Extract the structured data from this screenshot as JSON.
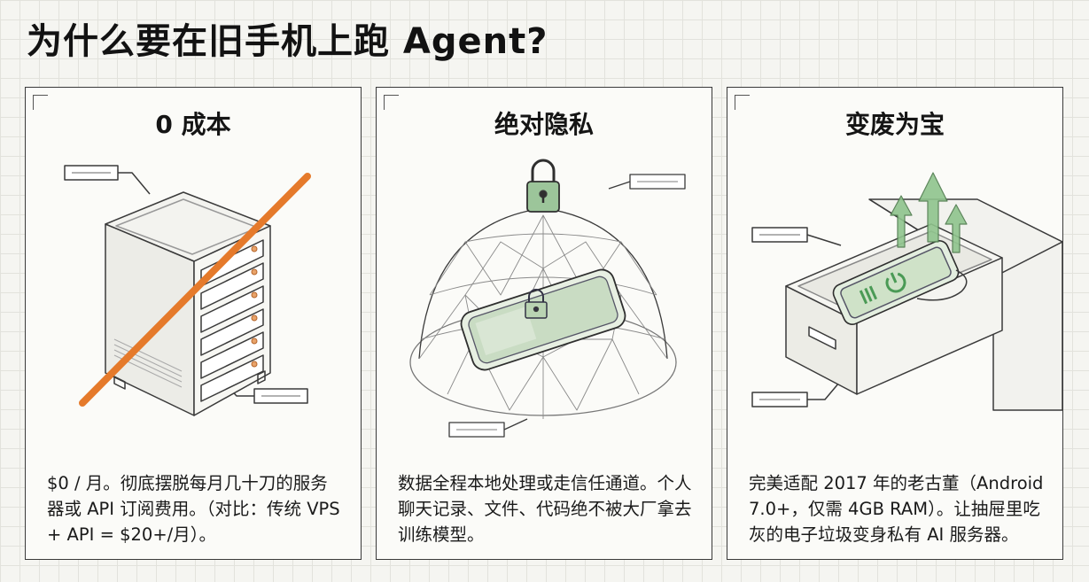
{
  "page": {
    "title": "为什么要在旧手机上跑 Agent?"
  },
  "panels": [
    {
      "title": "0 成本",
      "description": "$0 / 月。彻底摆脱每月几十刀的服务器或 API 订阅费用。（对比：传统 VPS + API = $20+/月）。",
      "illustration": "server-rack-crossed-out"
    },
    {
      "title": "绝对隐私",
      "description": "数据全程本地处理或走信任通道。个人聊天记录、文件、代码绝不被大厂拿去训练模型。",
      "illustration": "phone-under-dome-with-lock"
    },
    {
      "title": "变废为宝",
      "description": "完美适配 2017 年的老古董（Android 7.0+，仅需 4GB RAM）。让抽屉里吃灰的电子垃圾变身私有 AI 服务器。",
      "illustration": "phone-in-drawer-with-up-arrows"
    }
  ],
  "colors": {
    "accent_orange": "#e57a2b",
    "accent_green": "#7fb77e",
    "line": "#3a3a3a"
  }
}
